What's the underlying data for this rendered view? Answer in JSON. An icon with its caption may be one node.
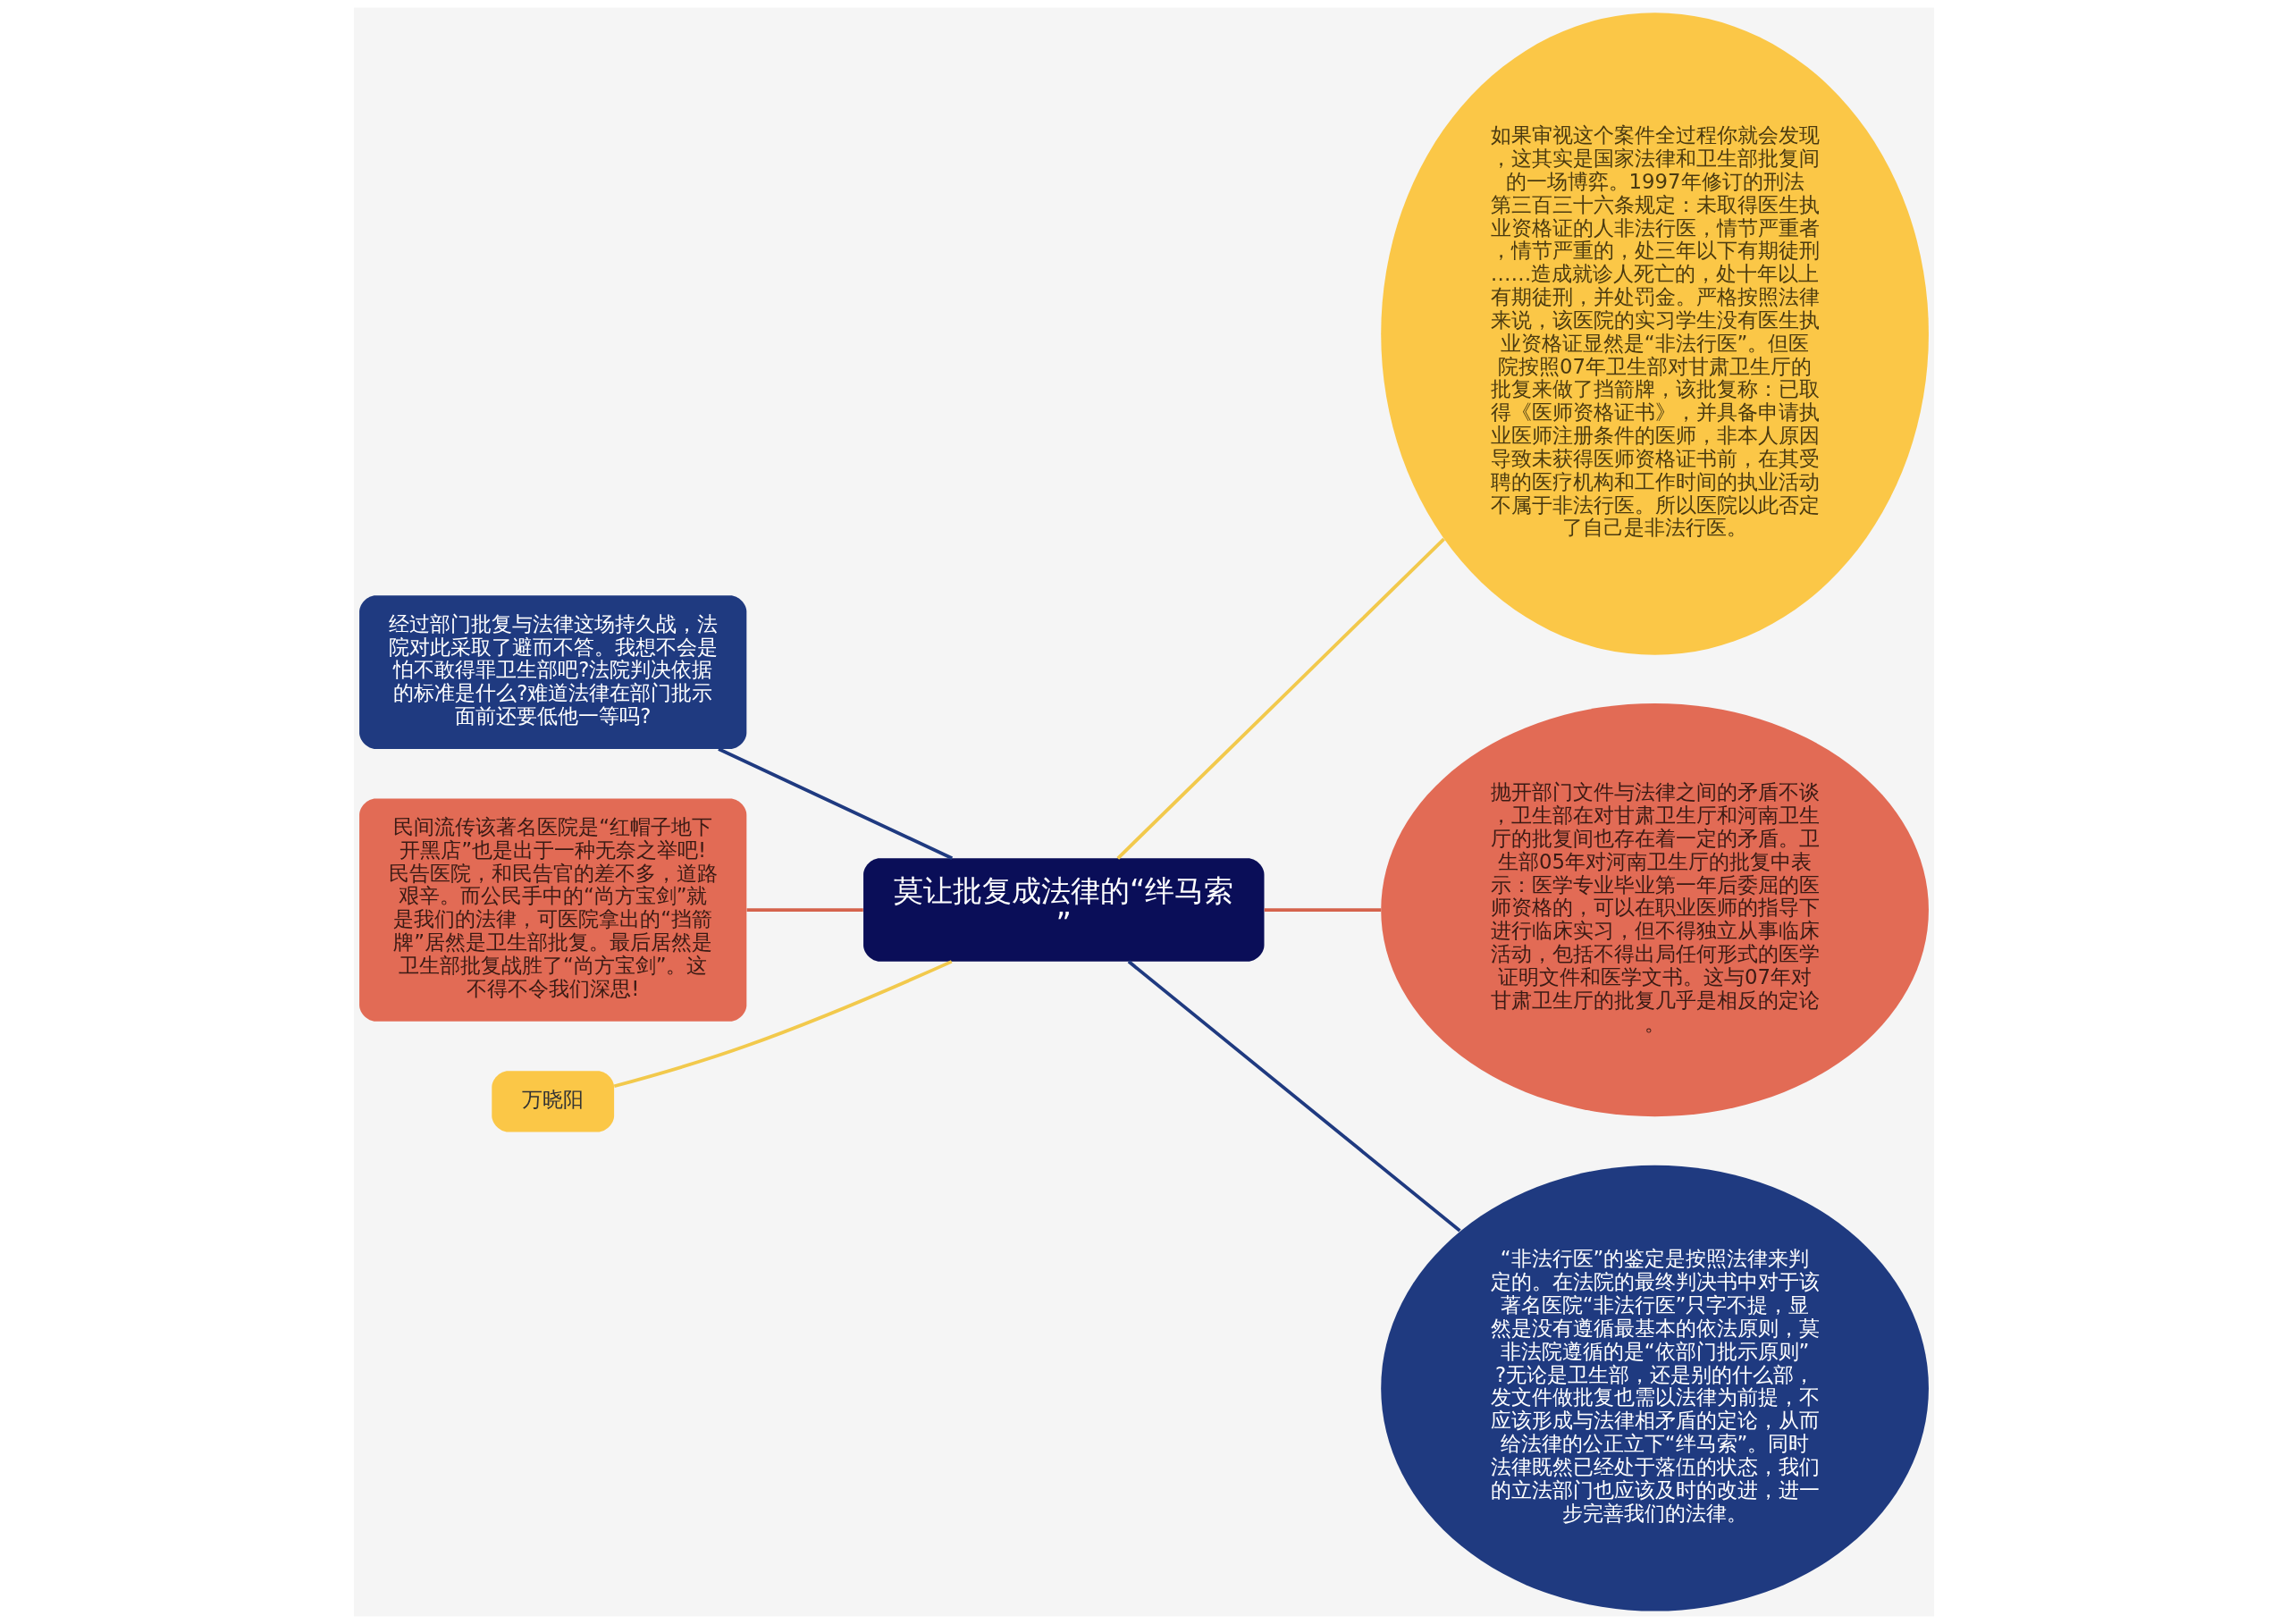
{
  "diagram": {
    "nodes": [
      {
        "text": [
          "莫让批复成法律的“绊马索”"
        ]
      },
      {
        "text": [
          "经过部门批复与法律这场持久战，法院对此采取了避而不答。我想不会是怕不敢得罪卫生部吧?法院判决依据的标准是什么?难道法律在部门批示面前还要低他一等吗?"
        ]
      },
      {
        "text": [
          "民间流传该著名医院是“红帽子地下开黑店”也是出于一种无奈之举吧!民告医院，和民告官的差不多，道路艰辛。而公民手中的“尚方宝剑”就是我们的法律，可医院拿出的“挡箭牌”居然是卫生部批复。最后居然是卫生部批复战胜了“尚方宝剑”。这不得不令我们深思!"
        ]
      },
      {
        "text": [
          "万晓阳"
        ]
      },
      {
        "text": [
          "如果审视这个案件全过程你就会发现，这其实是国家法律和卫生部批复间的一场博弈。1997年修订的刑法第三百三十六条规定：未取得医生执业资格证的人非法行医，情节严重者，情节严重的，处三年以下有期徒刑……造成就诊人死亡的，处十年以上有期徒刑，并处罚金。严格按照法律来说，该医院的实习学生没有医生执业资格证显然是“非法行医”。但医院按照07年卫生部对甘肃卫生厅的批复来做了挡箭牌，该批复称：已取得《医师资格证书》，并具备申请执业医师注册条件的医师，非本人原因导致未获得医师资格证书前，在其受聘的医疗机构和工作时间的执业活动不属于非法行医。所以医院以此否定了自己是非法行医。"
        ]
      },
      {
        "text": [
          "抛开部门文件与法律之间的矛盾不谈，卫生部在对甘肃卫生厅和河南卫生厅的批复间也存在着一定的矛盾。卫生部05年对河南卫生厅的批复中表示：医学专业毕业第一年后委屈的医师资格的，可以在职业医师的指导下进行临床实习，但不得独立从事临床活动，包括不得出局任何形式的医学证明文件和医学文书。这与07年对甘肃卫生厅的批复几乎是相反的定论。"
        ]
      },
      {
        "text": [
          "“非法行医”的鉴定是按照法律来判定的。在法院的最终判决书中对于该著名医院“非法行医”只字不提，显然是没有遵循最基本的依法原则，莫非法院遵循的是“依部门批示原则”?无论是卫生部，还是别的什么部，发文件做批复也需以法律为前提，不应该形成与法律相矛盾的定论，从而给法律的公正立下“绊马索”。同时法律既然已经处于落伍的状态，我们的立法部门也应该及时的改进，进一步完善我们的法律。"
        ]
      }
    ],
    "edges": [
      {
        "from": 0,
        "to": 4,
        "arrow": "none",
        "color": "#f2c94c"
      },
      {
        "from": 0,
        "to": 5,
        "arrow": "none",
        "color": "#d5634c"
      },
      {
        "from": 0,
        "to": 6,
        "arrow": "none",
        "color": "#1f3a80"
      },
      {
        "from": 0,
        "to": 1,
        "arrow": "none",
        "color": "#1f3a80"
      },
      {
        "from": 0,
        "to": 2,
        "arrow": "none",
        "color": "#d5634c"
      },
      {
        "from": 0,
        "to": 3,
        "arrow": "none",
        "color": "#f2c94c"
      }
    ]
  }
}
